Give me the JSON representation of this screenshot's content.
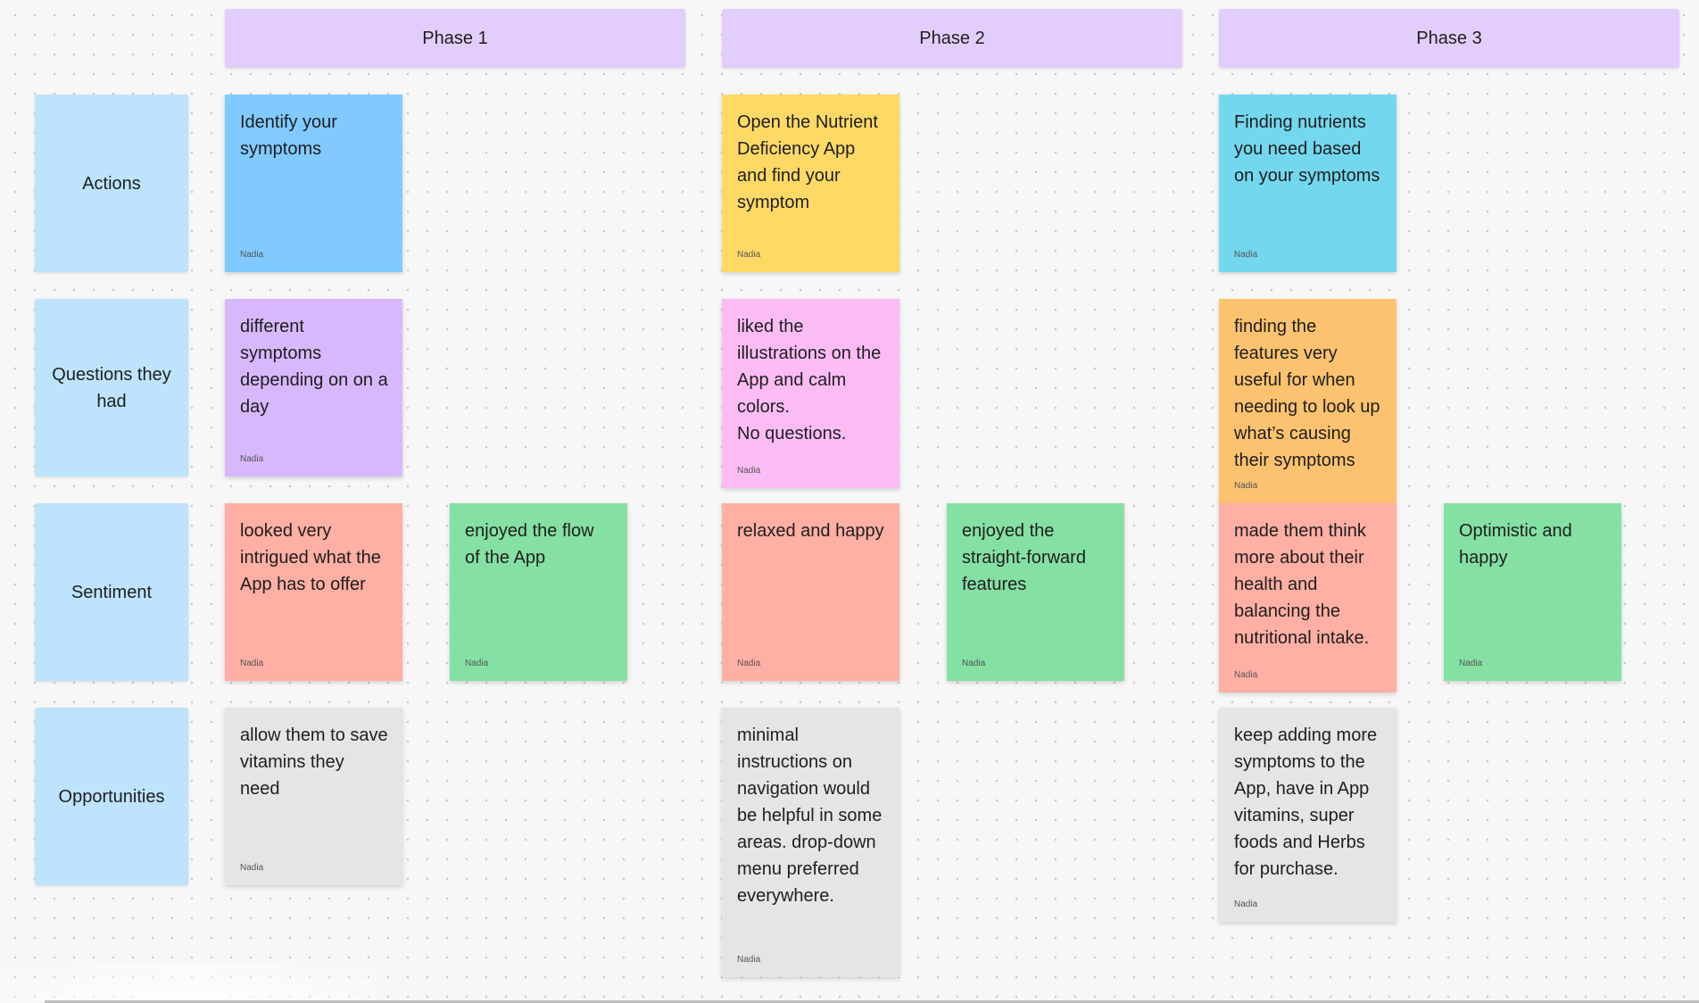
{
  "phases": [
    {
      "label": "Phase 1"
    },
    {
      "label": "Phase 2"
    },
    {
      "label": "Phase 3"
    }
  ],
  "rows": [
    {
      "label": "Actions"
    },
    {
      "label": "Questions they had"
    },
    {
      "label": "Sentiment"
    },
    {
      "label": "Opportunities"
    }
  ],
  "stickies": [
    {
      "text": "Identify your symptoms",
      "author": "Nadia",
      "color": "#80caff"
    },
    {
      "text": "Open the Nutrient Deficiency App and find your symptom",
      "author": "Nadia",
      "color": "#ffd966"
    },
    {
      "text": "Finding nutrients you need based on your symptoms",
      "author": "Nadia",
      "color": "#73d7ee"
    },
    {
      "text": "different symptoms depending on on a day",
      "author": "Nadia",
      "color": "#d7b8fc"
    },
    {
      "text": "liked the illustrations on the App and calm colors.\nNo questions.",
      "author": "Nadia",
      "color": "#fbbcf4"
    },
    {
      "text": "finding the features very useful for when needing to look up what’s causing their symptoms",
      "author": "Nadia",
      "color": "#fdc26f"
    },
    {
      "text": "looked very intrigued what the App has to offer",
      "author": "Nadia",
      "color": "#ffafa3"
    },
    {
      "text": "enjoyed the flow of the App",
      "author": "Nadia",
      "color": "#85e0a3"
    },
    {
      "text": "relaxed and happy",
      "author": "Nadia",
      "color": "#ffafa3"
    },
    {
      "text": "enjoyed the straight-forward features",
      "author": "Nadia",
      "color": "#85e0a3"
    },
    {
      "text": "made them think more about their health and balancing the nutritional intake.",
      "author": "Nadia",
      "color": "#ffafa3"
    },
    {
      "text": "Optimistic and happy",
      "author": "Nadia",
      "color": "#85e0a3"
    },
    {
      "text": "allow them to save vitamins they need",
      "author": "Nadia",
      "color": "#e5e5e5"
    },
    {
      "text": "minimal instructions on navigation would be helpful in some areas. drop-down menu preferred everywhere.",
      "author": "Nadia",
      "color": "#e5e5e5"
    },
    {
      "text": "keep adding more symptoms to the App, have in App vitamins, super foods and Herbs for purchase.",
      "author": "Nadia",
      "color": "#e5e5e5"
    }
  ]
}
